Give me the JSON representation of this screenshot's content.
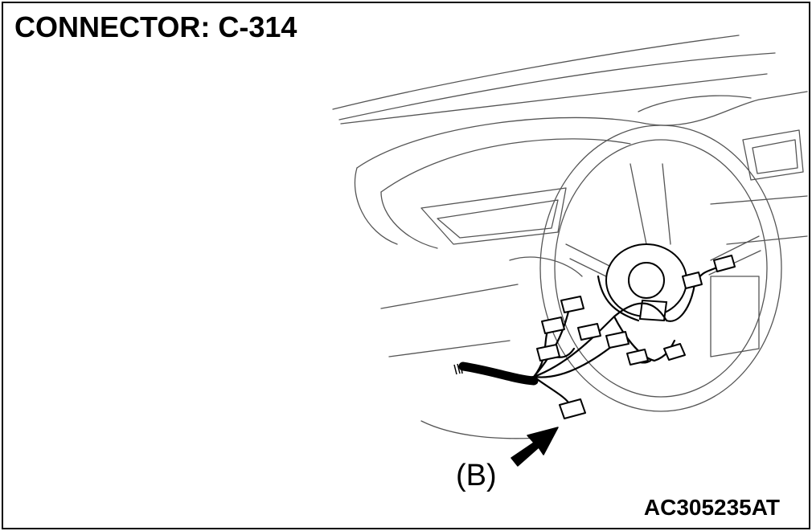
{
  "header": {
    "title": "CONNECTOR: C-314"
  },
  "callout": {
    "label": "(B)"
  },
  "figure": {
    "code": "AC305235AT"
  },
  "colors": {
    "line": "#000000",
    "fill": "#ffffff",
    "outline": "#555555"
  },
  "icons": {
    "arrow": "pointer-arrow-icon"
  }
}
